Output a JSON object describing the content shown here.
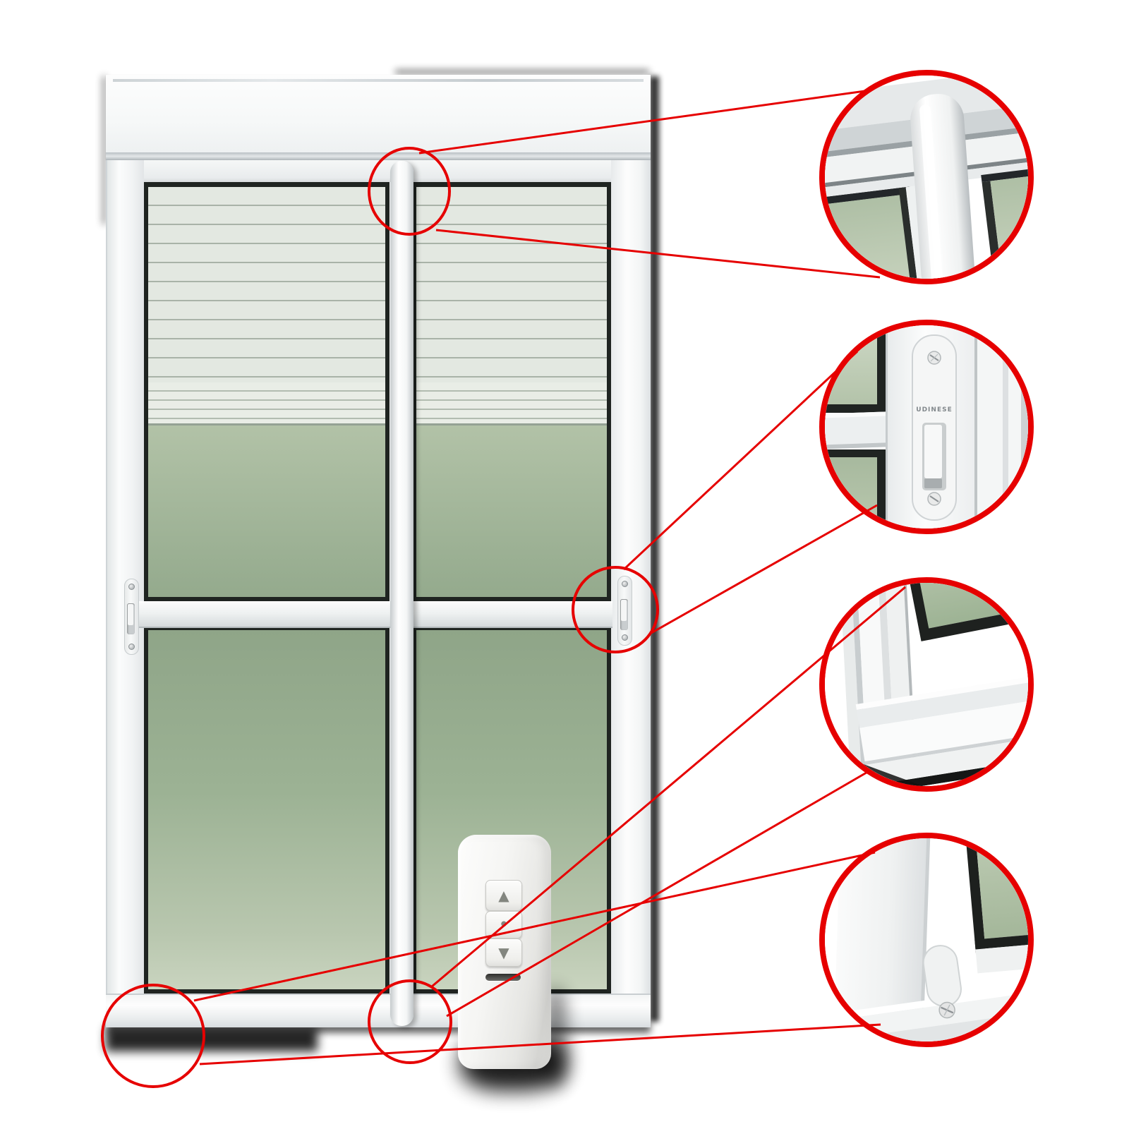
{
  "figure": {
    "kind": "product-callout-diagram",
    "background": "#ffffff",
    "accent_red": "#e60000"
  },
  "door": {
    "brand": "UDINESE",
    "frame_color": "#f4f6f6",
    "gasket_color": "#1f2421",
    "glass_green_mid": "#94aa8d",
    "glass_green_light": "#c9d4bf",
    "blind_slat_color": "#e3e8e1",
    "panel_count": "2"
  },
  "remote": {
    "buttons": [
      {
        "name": "up",
        "glyph": "▲"
      },
      {
        "name": "stop",
        "glyph": "•"
      },
      {
        "name": "down",
        "glyph": "▼"
      }
    ]
  },
  "callouts": [
    {
      "id": "1",
      "detail": "top-corner-handle-detail"
    },
    {
      "id": "2",
      "detail": "flush-latch-detail",
      "label": "UDINESE"
    },
    {
      "id": "3",
      "detail": "frame-corner-sill-detail"
    },
    {
      "id": "4",
      "detail": "bottom-track-guide-detail"
    }
  ]
}
